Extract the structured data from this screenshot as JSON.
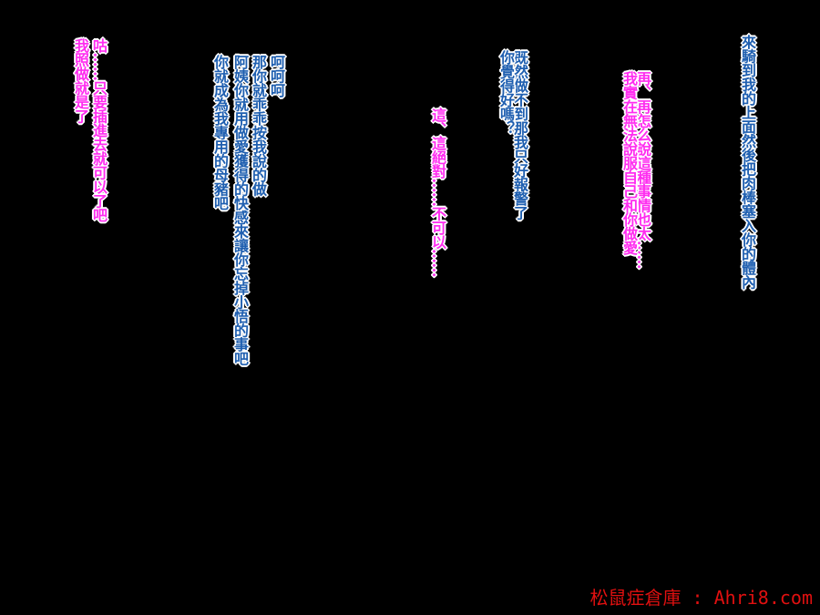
{
  "colors": {
    "blue": "#1f5fb0",
    "pink": "#ff2cf0",
    "outline": "#ffffff",
    "watermark": "#e01010"
  },
  "dialogue": [
    {
      "speaker_color": "blue",
      "lines": [
        "來騎到我的上面然後把肉棒塞入你的體內"
      ]
    },
    {
      "speaker_color": "pink",
      "lines": [
        "再、再怎么說這種事情也太……",
        "我實在無法說服自己和你做愛"
      ]
    },
    {
      "speaker_color": "blue",
      "lines": [
        "既然做不到那我只好報警了",
        "你覺得好嗎？"
      ]
    },
    {
      "speaker_color": "pink",
      "lines": [
        "這、這絕對……不可以……"
      ]
    },
    {
      "speaker_color": "blue",
      "lines": [
        "呵呵呵",
        "那你就乖乖按我說的做",
        "阿姨你就用做愛獲得的快感來讓你忘掉小悟的事吧",
        "你就成為我專用的母豬吧"
      ]
    },
    {
      "speaker_color": "pink",
      "lines": [
        "咕……只要插進去就可以了吧",
        "我照做就是了"
      ]
    }
  ],
  "watermark": "松鼠症倉庫 : Ahri8.com"
}
